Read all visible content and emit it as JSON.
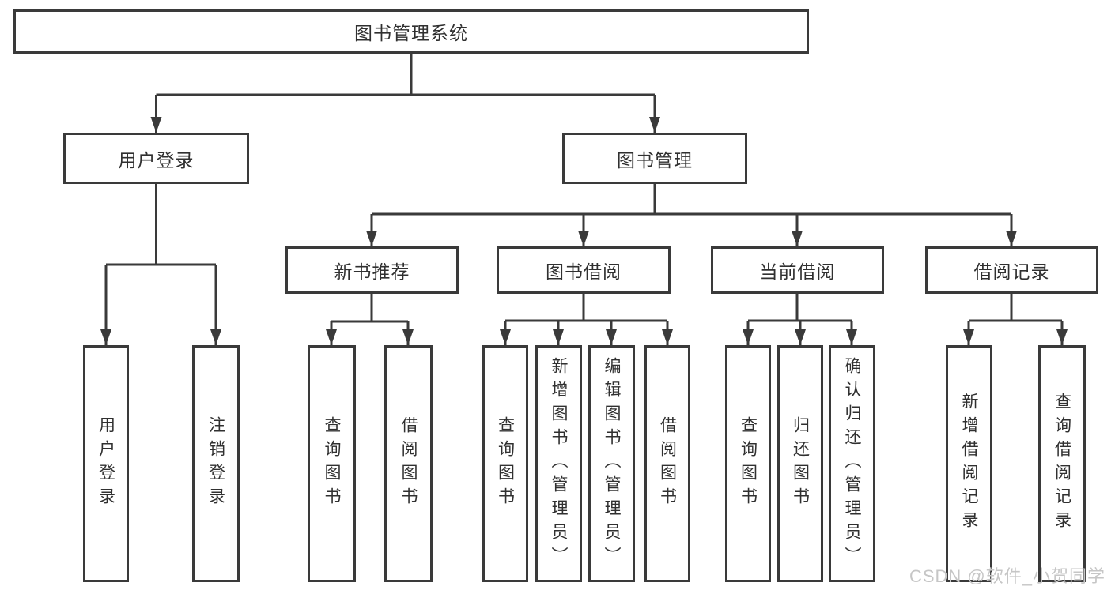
{
  "diagram": {
    "root": {
      "label": "图书管理系统"
    },
    "branches": [
      {
        "label": "用户登录",
        "children": [
          {
            "label": "用户登录"
          },
          {
            "label": "注销登录"
          }
        ]
      },
      {
        "label": "图书管理",
        "groups": [
          {
            "label": "新书推荐",
            "children": [
              {
                "label": "查询图书"
              },
              {
                "label": "借阅图书"
              }
            ]
          },
          {
            "label": "图书借阅",
            "children": [
              {
                "label": "查询图书"
              },
              {
                "label": "新增图书（管理员）"
              },
              {
                "label": "编辑图书（管理员）"
              },
              {
                "label": "借阅图书"
              }
            ]
          },
          {
            "label": "当前借阅",
            "children": [
              {
                "label": "查询图书"
              },
              {
                "label": "归还图书"
              },
              {
                "label": "确认归还（管理员）"
              }
            ]
          },
          {
            "label": "借阅记录",
            "children": [
              {
                "label": "新增借阅记录"
              },
              {
                "label": "查询借阅记录"
              }
            ]
          }
        ]
      }
    ],
    "watermark": "CSDN @软件_小贺同学",
    "colors": {
      "line": "#3a3a3a",
      "text": "#303030",
      "background": "#ffffff",
      "watermark": "#c6c6c6"
    }
  }
}
